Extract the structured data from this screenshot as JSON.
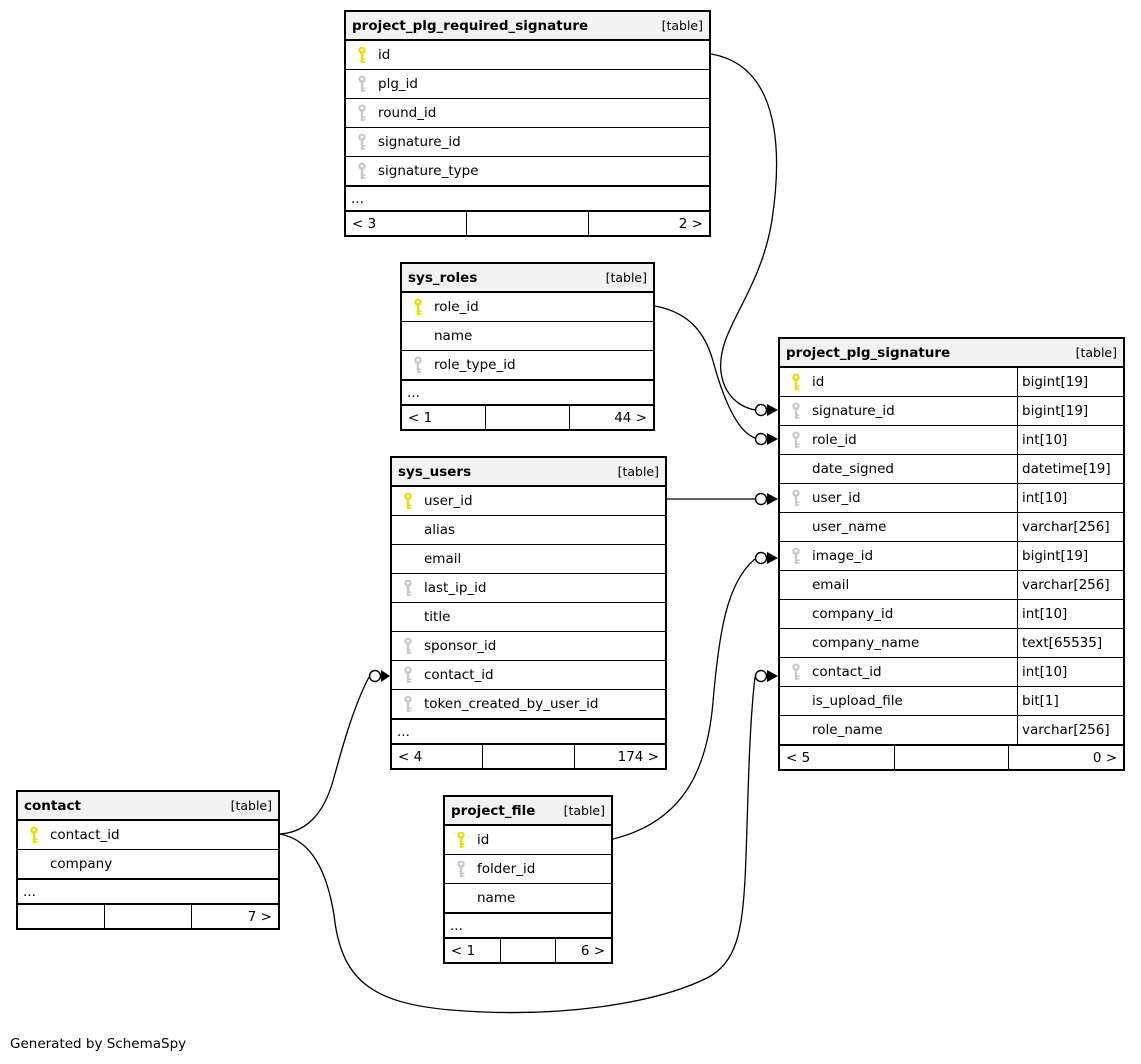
{
  "credit": "Generated by SchemaSpy",
  "colors": {
    "pk_key": "#e5e000",
    "fk_key": "#c8c8c8",
    "header_bg": "#f2f2f2",
    "border": "#000000",
    "edge": "#000000"
  },
  "tables": [
    {
      "name": "project_plg_required_signature",
      "badge": "[table]",
      "columns": [
        {
          "name": "id",
          "key": "pk"
        },
        {
          "name": "plg_id",
          "key": "fk"
        },
        {
          "name": "round_id",
          "key": "fk"
        },
        {
          "name": "signature_id",
          "key": "fk"
        },
        {
          "name": "signature_type",
          "key": "fk"
        }
      ],
      "ellipsis": "...",
      "footer": {
        "left": "< 3",
        "center": "",
        "right": "2 >"
      }
    },
    {
      "name": "sys_roles",
      "badge": "[table]",
      "columns": [
        {
          "name": "role_id",
          "key": "pk"
        },
        {
          "name": "name",
          "key": ""
        },
        {
          "name": "role_type_id",
          "key": "fk"
        }
      ],
      "ellipsis": "...",
      "footer": {
        "left": "< 1",
        "center": "",
        "right": "44 >"
      }
    },
    {
      "name": "sys_users",
      "badge": "[table]",
      "columns": [
        {
          "name": "user_id",
          "key": "pk"
        },
        {
          "name": "alias",
          "key": ""
        },
        {
          "name": "email",
          "key": ""
        },
        {
          "name": "last_ip_id",
          "key": "fk"
        },
        {
          "name": "title",
          "key": ""
        },
        {
          "name": "sponsor_id",
          "key": "fk"
        },
        {
          "name": "contact_id",
          "key": "fk"
        },
        {
          "name": "token_created_by_user_id",
          "key": "fk"
        }
      ],
      "ellipsis": "...",
      "footer": {
        "left": "< 4",
        "center": "",
        "right": "174 >"
      }
    },
    {
      "name": "project_plg_signature",
      "badge": "[table]",
      "columns": [
        {
          "name": "id",
          "key": "pk",
          "type": "bigint[19]"
        },
        {
          "name": "signature_id",
          "key": "fk",
          "type": "bigint[19]"
        },
        {
          "name": "role_id",
          "key": "fk",
          "type": "int[10]"
        },
        {
          "name": "date_signed",
          "key": "",
          "type": "datetime[19]"
        },
        {
          "name": "user_id",
          "key": "fk",
          "type": "int[10]"
        },
        {
          "name": "user_name",
          "key": "",
          "type": "varchar[256]"
        },
        {
          "name": "image_id",
          "key": "fk",
          "type": "bigint[19]"
        },
        {
          "name": "email",
          "key": "",
          "type": "varchar[256]"
        },
        {
          "name": "company_id",
          "key": "",
          "type": "int[10]"
        },
        {
          "name": "company_name",
          "key": "",
          "type": "text[65535]"
        },
        {
          "name": "contact_id",
          "key": "fk",
          "type": "int[10]"
        },
        {
          "name": "is_upload_file",
          "key": "",
          "type": "bit[1]"
        },
        {
          "name": "role_name",
          "key": "",
          "type": "varchar[256]"
        }
      ],
      "footer": {
        "left": "< 5",
        "center": "",
        "right": "0 >"
      }
    },
    {
      "name": "contact",
      "badge": "[table]",
      "columns": [
        {
          "name": "contact_id",
          "key": "pk"
        },
        {
          "name": "company",
          "key": ""
        }
      ],
      "ellipsis": "...",
      "footer": {
        "left": "",
        "center": "",
        "right": "7 >"
      }
    },
    {
      "name": "project_file",
      "badge": "[table]",
      "columns": [
        {
          "name": "id",
          "key": "pk"
        },
        {
          "name": "folder_id",
          "key": "fk"
        },
        {
          "name": "name",
          "key": ""
        }
      ],
      "ellipsis": "...",
      "footer": {
        "left": "< 1",
        "center": "",
        "right": "6 >"
      }
    }
  ]
}
